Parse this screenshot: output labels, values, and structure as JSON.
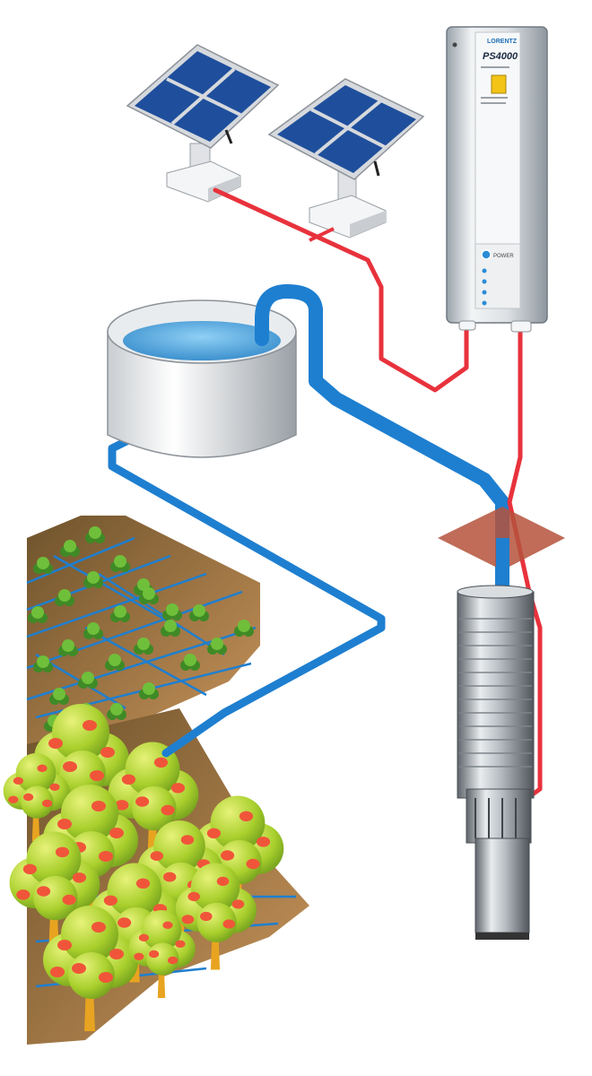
{
  "controller": {
    "brand": "LORENTZ",
    "model": "PS4000",
    "power_label": "POWER"
  },
  "colors": {
    "solar_cable": "#e8323c",
    "water_pipe": "#1e7fd0",
    "panel_cell": "#1f4f9c",
    "panel_frame": "#d6d9dd",
    "tank_water": "#5fb4ea",
    "wellhead": "#b5523c",
    "soil": "#8a6a3c",
    "foliage": "#a8cf2c",
    "fruit": "#f0553a",
    "trunk": "#e8a420"
  },
  "icons": {
    "panels": "solar-panel-icon",
    "controller": "pump-controller-icon",
    "tank": "water-tank-icon",
    "pump": "submersible-pump-icon"
  }
}
